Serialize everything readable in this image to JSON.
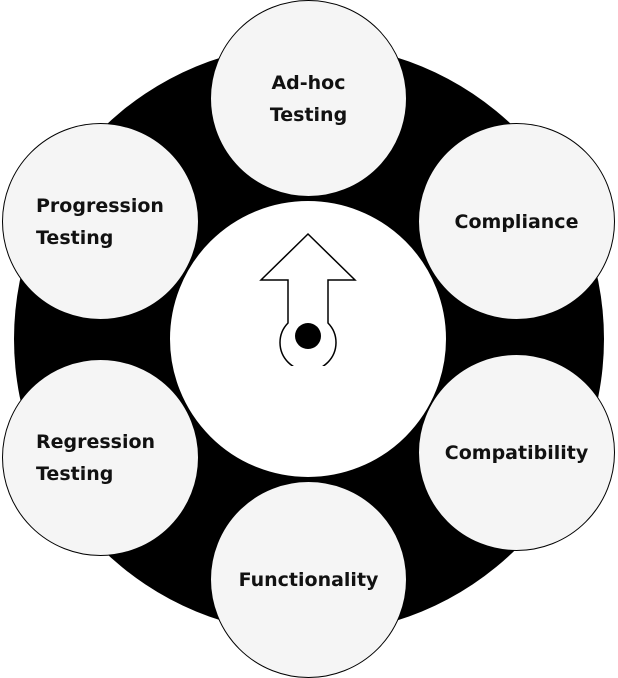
{
  "diagram": {
    "colors": {
      "ring": "#000000",
      "node_fill": "#f5f5f5",
      "center_fill": "#ffffff",
      "text": "#111111"
    },
    "center": {
      "icon": "arrow-up-icon"
    },
    "nodes": [
      {
        "id": "adhoc",
        "label": "Ad-hoc\nTesting"
      },
      {
        "id": "compliance",
        "label": "Compliance"
      },
      {
        "id": "compatibility",
        "label": "Compatibility"
      },
      {
        "id": "functionality",
        "label": "Functionality"
      },
      {
        "id": "regression",
        "label": "Regression\nTesting"
      },
      {
        "id": "progression",
        "label": "Progression\nTesting"
      }
    ]
  }
}
